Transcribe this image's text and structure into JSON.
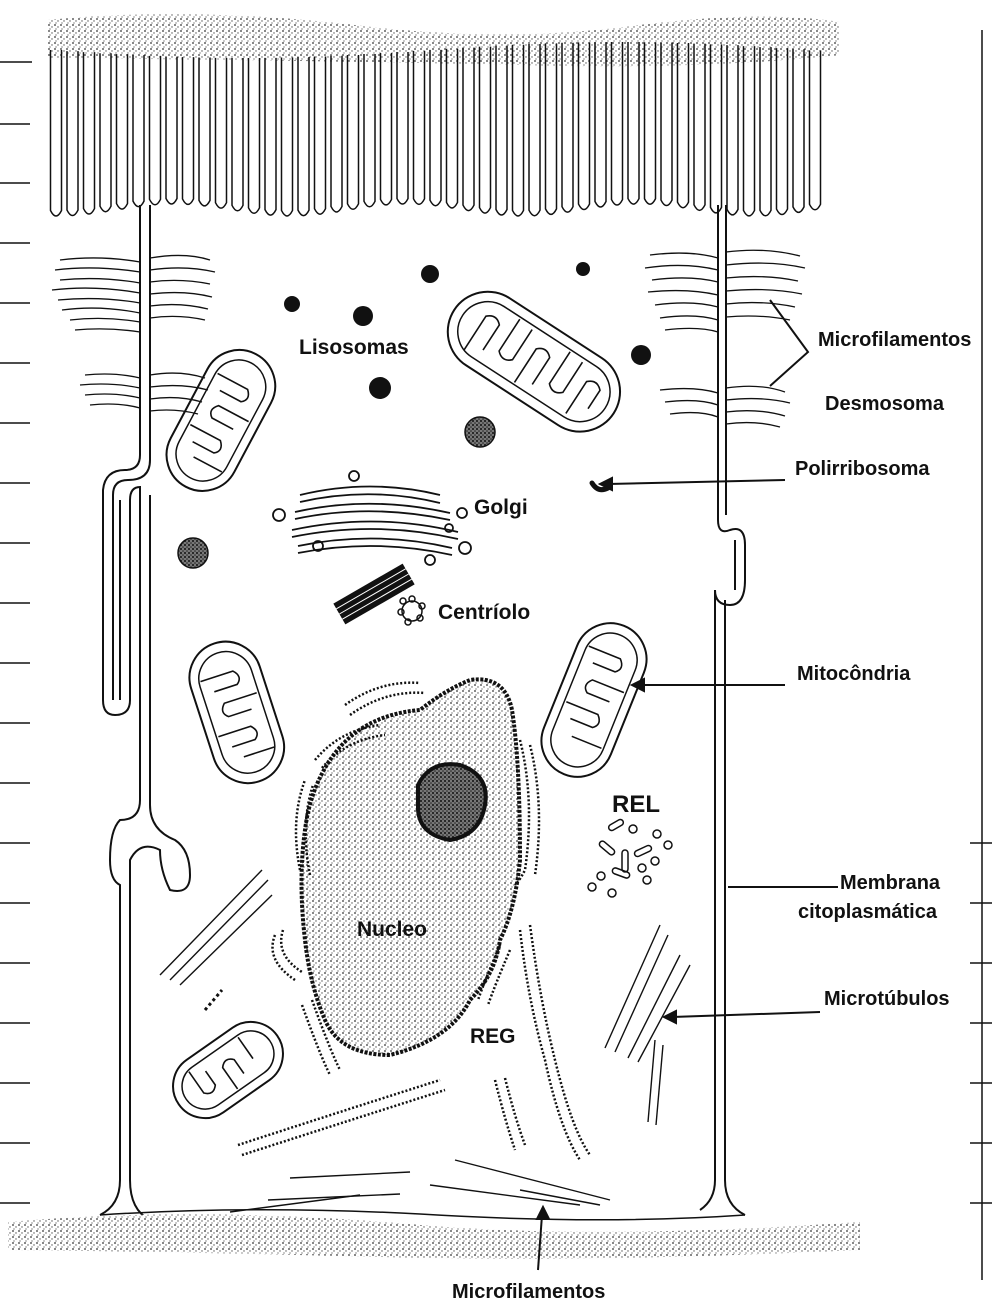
{
  "colors": {
    "ink": "#111111",
    "paper": "#ffffff",
    "stipple": "#555555"
  },
  "labels": {
    "lisosomas": "Lisosomas",
    "golgi": "Golgi",
    "centriolo": "Centríolo",
    "rel": "REL",
    "nucleo": "Nucleo",
    "reg": "REG",
    "microfilamentos_top": "Microfilamentos",
    "desmosoma": "Desmosoma",
    "polirribosoma": "Polirribosoma",
    "mitocondria": "Mitocôndria",
    "membrana_line1": "Membrana",
    "membrana_line2": "citoplasmática",
    "microtubulos": "Microtúbulos",
    "microfilamentos_bottom": "Microfilamentos"
  }
}
